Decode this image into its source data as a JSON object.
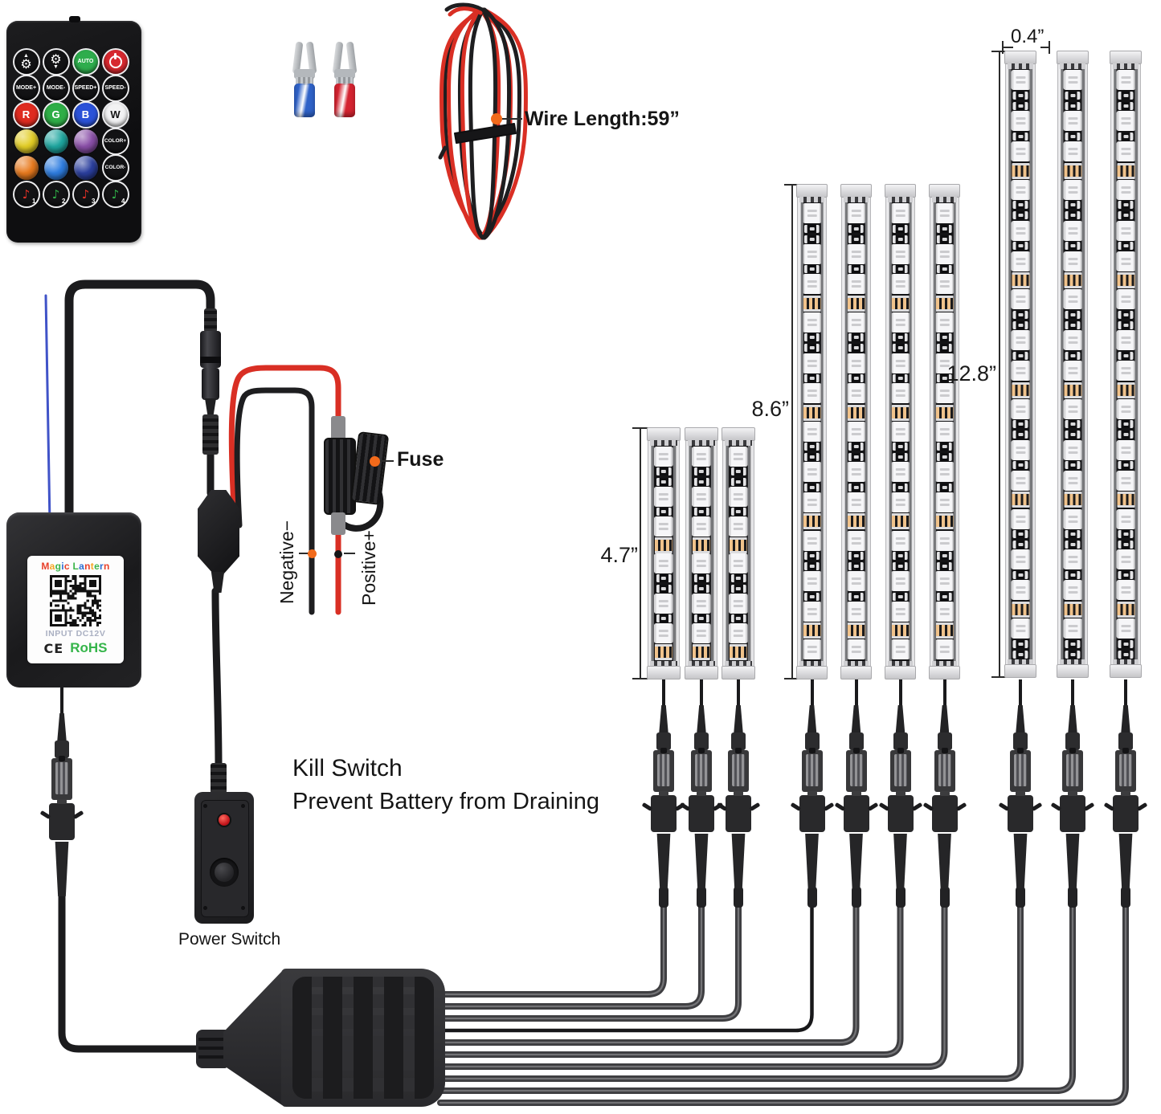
{
  "annotations": {
    "wire_length": "Wire Length:59”",
    "fuse": "Fuse",
    "negative": "Negative−",
    "positive": "Positive+",
    "kill_switch_line1": "Kill Switch",
    "kill_switch_line2": "Prevent Battery from Draining",
    "power_switch": "Power Switch"
  },
  "remote": {
    "rows": [
      [
        {
          "icon": "gear-up"
        },
        {
          "icon": "gear-down"
        },
        {
          "label": "AUTO",
          "bg": "#2ead4d",
          "small": true
        },
        {
          "icon": "power",
          "bg": "#d7282f"
        }
      ],
      [
        {
          "label": "MODE+"
        },
        {
          "label": "MODE-"
        },
        {
          "label": "SPEED+"
        },
        {
          "label": "SPEED-"
        }
      ],
      [
        {
          "label": "R",
          "bg": "#df2b20",
          "letter": true
        },
        {
          "label": "G",
          "bg": "#2fae47",
          "letter": true
        },
        {
          "label": "B",
          "bg": "#2b52d8",
          "letter": true
        },
        {
          "label": "W",
          "bg": "#f2f2f3",
          "letter": true,
          "fg": "#141414"
        }
      ],
      [
        {
          "dot": "#e2cd25"
        },
        {
          "dot": "#1ea69f"
        },
        {
          "dot": "#8a4fa8"
        },
        {
          "label": "COLOR+",
          "tiny": true
        }
      ],
      [
        {
          "dot": "#e87a1e"
        },
        {
          "dot": "#2e7de0"
        },
        {
          "dot": "#2b3f9e"
        },
        {
          "label": "COLOR-",
          "tiny": true
        }
      ],
      [
        {
          "icon": "music",
          "num": "1",
          "note": "#e03127"
        },
        {
          "icon": "music",
          "num": "2",
          "note": "#2fae47"
        },
        {
          "icon": "music",
          "num": "3",
          "note": "#e03127"
        },
        {
          "icon": "music",
          "num": "4",
          "note": "#2fae47"
        }
      ]
    ]
  },
  "controller": {
    "brand": "Magic Lantern",
    "brand_palette": [
      "#e8402a",
      "#f5a623",
      "#3bb54a",
      "#2f6fd0"
    ],
    "input_rating": "INPUT DC12V",
    "ce_mark": "CE",
    "rohs": "RoHS"
  },
  "strips": {
    "width_label": "0.4”",
    "groups": [
      {
        "length_label": "4.7”",
        "count": 3
      },
      {
        "length_label": "8.6”",
        "count": 4
      },
      {
        "length_label": "12.8”",
        "count": 3
      }
    ]
  },
  "colors": {
    "callout_dot": "#f26a1b",
    "wire_red": "#d92f24",
    "wire_black": "#1e1e20",
    "antenna_blue": "#4053c8",
    "rohs_green": "#35b54a",
    "terminal_blue": "#2f62c8",
    "terminal_red": "#d42330"
  }
}
